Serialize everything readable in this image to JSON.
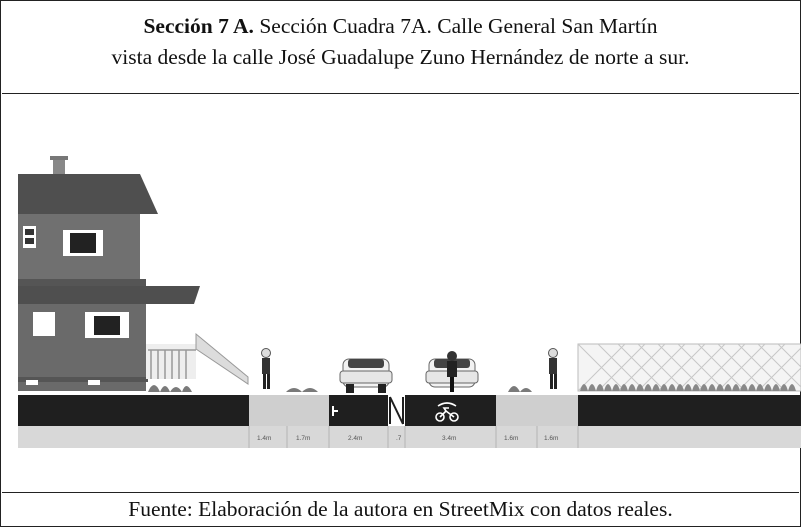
{
  "caption": {
    "title_bold": "Sección 7 A.",
    "title_rest": " Sección Cuadra 7A. Calle General San Martín",
    "line2": "vista desde la calle José Guadalupe Zuno Hernández de norte a sur.",
    "source": "Fuente: Elaboración de la autora en StreetMix con datos reales."
  },
  "street_section": {
    "segments": [
      {
        "name": "sidewalk-left",
        "width_label": "1.4m"
      },
      {
        "name": "planting-left",
        "width_label": "1.7m"
      },
      {
        "name": "drive-lane-car",
        "width_label": "2.4m"
      },
      {
        "name": "buffer",
        "width_label": ".7"
      },
      {
        "name": "bike-lane",
        "width_label": "3.4m"
      },
      {
        "name": "planting-right",
        "width_label": "1.6m"
      },
      {
        "name": "sidewalk-right",
        "width_label": "1.6m"
      }
    ],
    "colors": {
      "ground": "#1f1f1f",
      "sidewalk": "#cfcfcf",
      "house": "#6b6b6b",
      "roof": "#4a4a4a"
    },
    "icons": [
      "house-icon",
      "pedestrian-icon",
      "car-icon",
      "cyclist-icon",
      "bike-lane-icon",
      "fence-icon",
      "plants-icon"
    ]
  }
}
